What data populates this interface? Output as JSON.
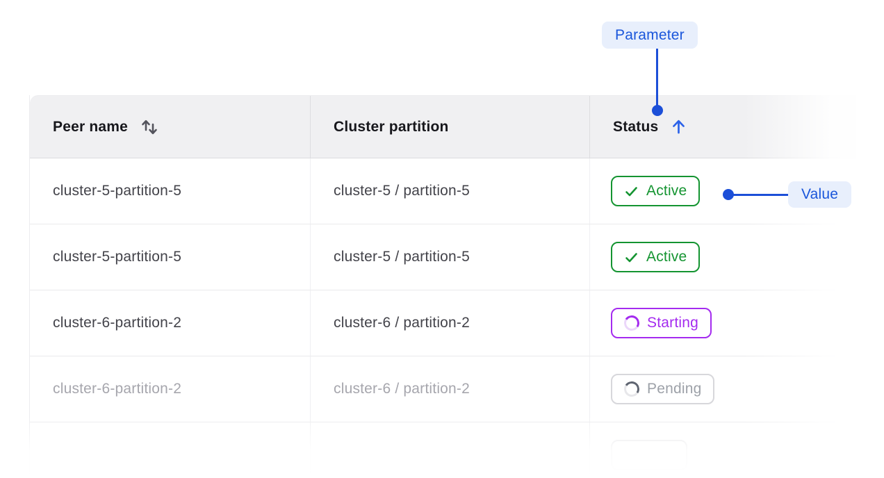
{
  "page": {
    "background": "#FFFFFF"
  },
  "annotations": {
    "parameter": {
      "label": "Parameter"
    },
    "value": {
      "label": "Value"
    },
    "accent_color": "#1C4FD8",
    "pill_bg": "#E8EFFC",
    "pill_text_color": "#1A56DB"
  },
  "table": {
    "columns": [
      {
        "label": "Peer name",
        "sort_state": "sortable",
        "icon": "sort-arrows-icon"
      },
      {
        "label": "Cluster partition",
        "sort_state": "none",
        "icon": ""
      },
      {
        "label": "Status",
        "sort_state": "ascending",
        "icon": "arrow-up-icon"
      }
    ],
    "rows": [
      {
        "peer_name": "cluster-5-partition-5",
        "cluster_partition": "cluster-5 / partition-5",
        "status": "Active",
        "status_kind": "active",
        "status_icon": "check-icon",
        "dimmed": false
      },
      {
        "peer_name": "cluster-5-partition-5",
        "cluster_partition": "cluster-5 / partition-5",
        "status": "Active",
        "status_kind": "active",
        "status_icon": "check-icon",
        "dimmed": false
      },
      {
        "peer_name": "cluster-6-partition-2",
        "cluster_partition": "cluster-6 / partition-2",
        "status": "Starting",
        "status_kind": "starting",
        "status_icon": "spinner-icon",
        "dimmed": false
      },
      {
        "peer_name": "cluster-6-partition-2",
        "cluster_partition": "cluster-6 / partition-2",
        "status": "Pending",
        "status_kind": "pending",
        "status_icon": "spinner-icon",
        "dimmed": true
      },
      {
        "peer_name": "",
        "cluster_partition": "",
        "status": "",
        "status_kind": "faded",
        "status_icon": "",
        "dimmed": true
      }
    ],
    "status_colors": {
      "active": "#149431",
      "starting": "#A42BEF",
      "pending": "#9DA1A8"
    }
  }
}
